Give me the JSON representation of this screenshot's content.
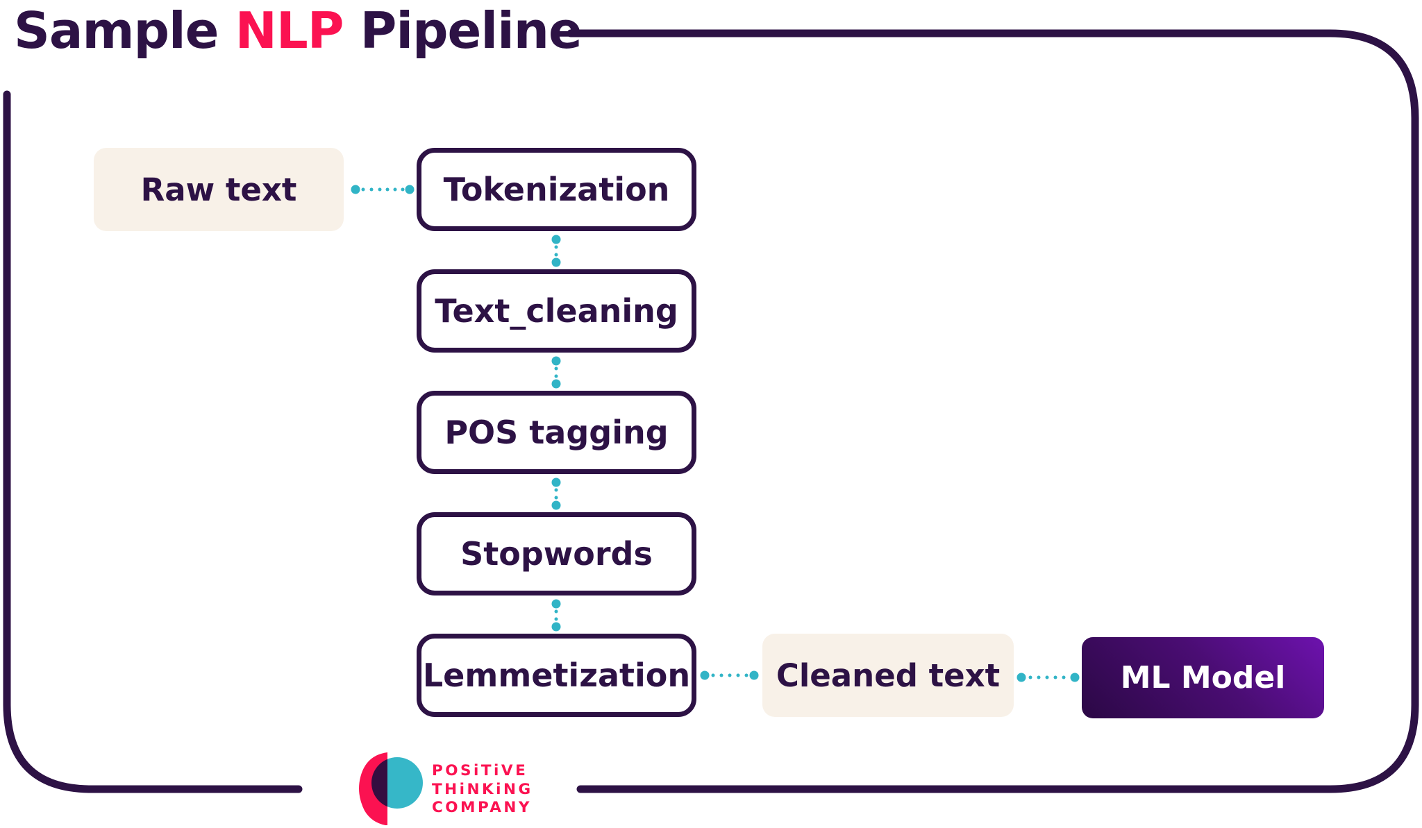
{
  "title": {
    "part1": "Sample ",
    "accent": "NLP",
    "part2": " Pipeline"
  },
  "pipeline": {
    "input": {
      "label": "Raw text"
    },
    "steps": [
      {
        "label": "Tokenization"
      },
      {
        "label": "Text_cleaning"
      },
      {
        "label": "POS tagging"
      },
      {
        "label": "Stopwords"
      },
      {
        "label": "Lemmetization"
      }
    ],
    "output": {
      "label": "Cleaned text"
    },
    "model": {
      "label": "ML Model"
    }
  },
  "logo": {
    "lines": [
      "POSiTiVE",
      "THiNKiNG",
      "COMPANY"
    ]
  },
  "colors": {
    "dark_purple": "#2d1245",
    "pink": "#fb1251",
    "teal": "#31b4c6",
    "cream": "#f8f1e8",
    "model_gradient_dark": "#2b0845",
    "model_gradient_bright": "#6d12ae",
    "model_text": "#ffffff",
    "background": "#ffffff"
  }
}
